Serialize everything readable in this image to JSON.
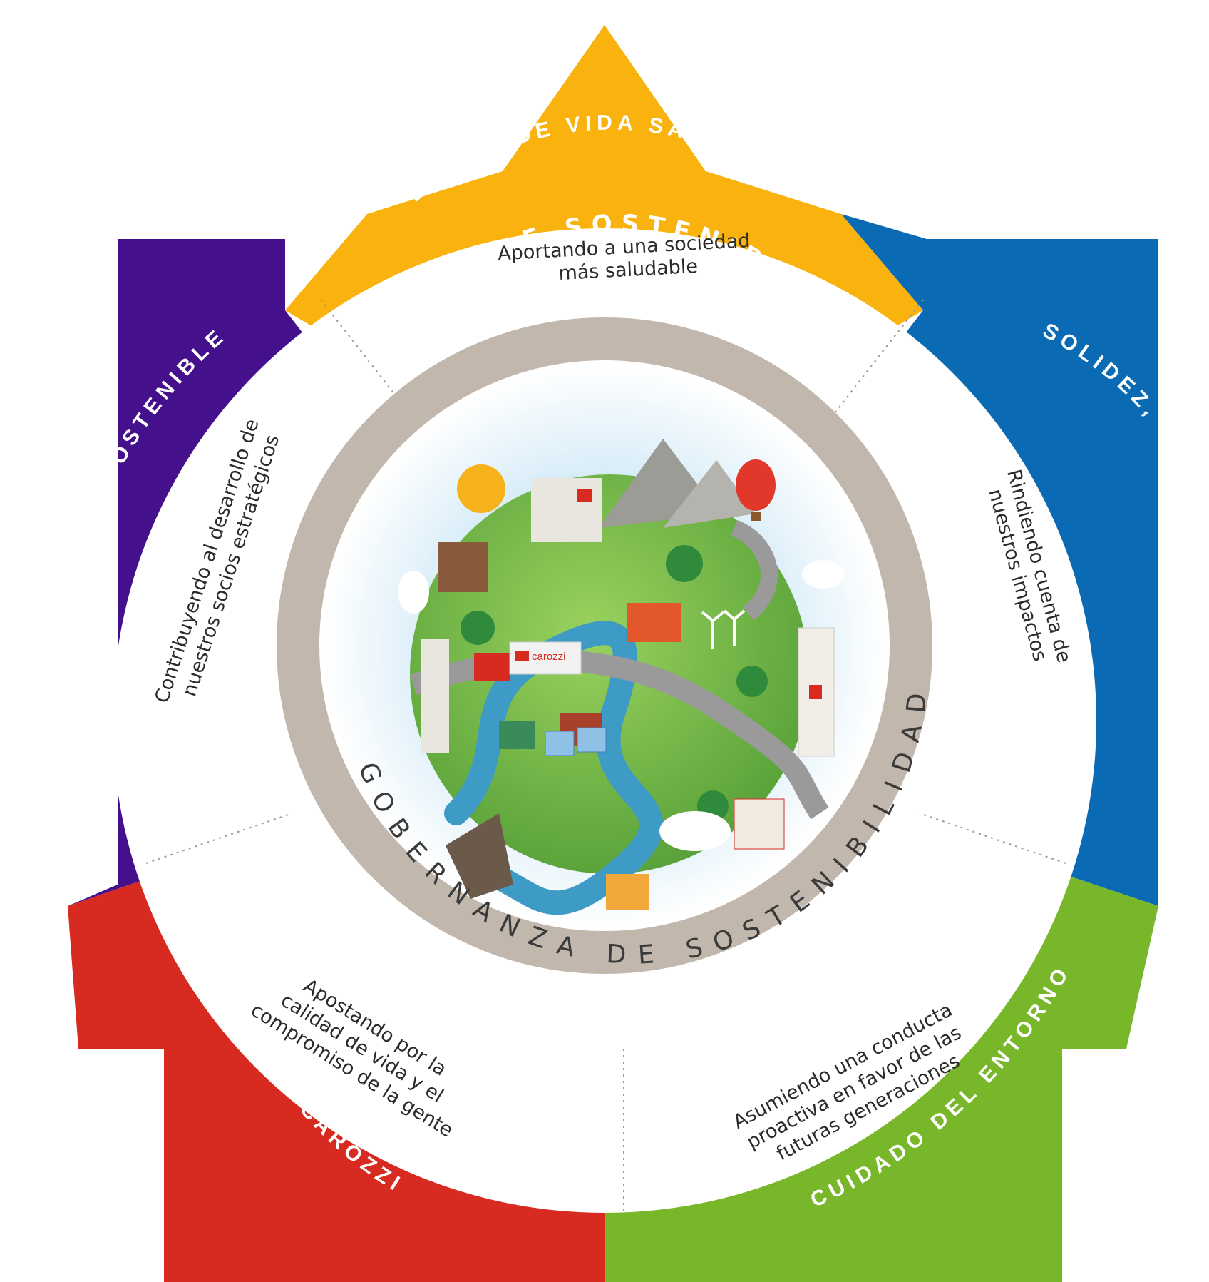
{
  "colors": {
    "estilo": "#f9b20e",
    "solidez": "#0a6ab4",
    "entorno": "#79b72a",
    "cultura": "#d72b21",
    "cadena": "#44108b",
    "ring": "#c1b7ad",
    "sky": "#b9dcf2",
    "earth_green": "#7cc24a",
    "river": "#3d9bc6"
  },
  "center": {
    "top_arc_label": "PILARES DE SOSTENIBILIDAD",
    "bottom_arc_label": "GOBERNANZA DE SOSTENIBILIDAD",
    "globe_truck_brand": "carozzi"
  },
  "pillars": [
    {
      "id": "estilo",
      "title": "ESTILO DE VIDA SALUDABLE",
      "description_lines": [
        "Aportando a una sociedad",
        "más saludable"
      ]
    },
    {
      "id": "solidez",
      "title": "SOLIDEZ, LIDERAZGO Y CONFIANZA",
      "description_lines": [
        "Rindiendo cuenta de",
        "nuestros impactos"
      ]
    },
    {
      "id": "entorno",
      "title": "CUIDADO DEL ENTORNO",
      "description_lines": [
        "Asumiendo una conducta",
        "proactiva en favor de las",
        "futuras generaciones"
      ]
    },
    {
      "id": "cultura",
      "title": "CULTURA CAROZZI",
      "description_lines": [
        "Apostando por la",
        "calidad de vida y el",
        "compromiso de la gente"
      ]
    },
    {
      "id": "cadena",
      "title": "CADENA DE VALOR SOSTENIBLE",
      "description_lines": [
        "Contribuyendo al desarrollo de",
        "nuestros socios estratégicos"
      ]
    }
  ]
}
